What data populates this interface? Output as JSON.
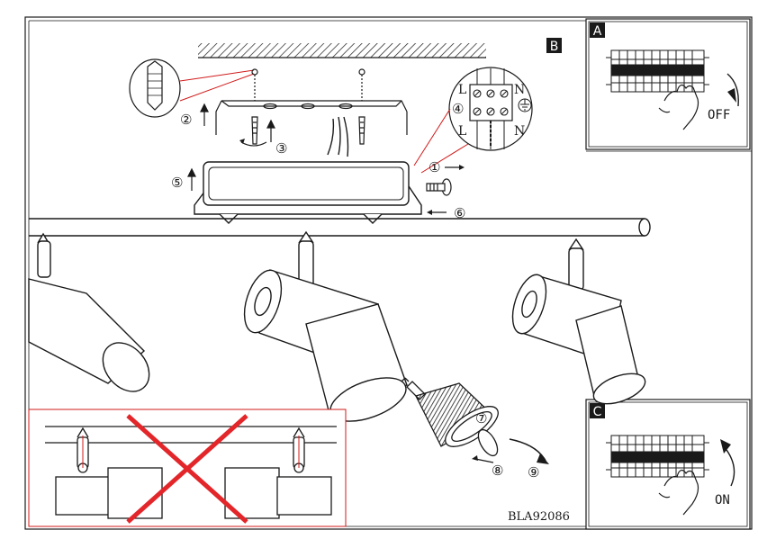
{
  "panels": {
    "main": {
      "label": "B"
    },
    "switch_off": {
      "label": "A",
      "state_text": "OFF"
    },
    "switch_on": {
      "label": "C",
      "state_text": "ON"
    }
  },
  "steps": [
    "①",
    "②",
    "③",
    "④",
    "⑤",
    "⑥",
    "⑦",
    "⑧",
    "⑨"
  ],
  "terminal": {
    "live": "L",
    "neutral": "N"
  },
  "model_code": "BLA92086",
  "colors": {
    "callout_line": "#d11a1a",
    "cross": "#e3262a",
    "ink": "#1a1a1a"
  }
}
